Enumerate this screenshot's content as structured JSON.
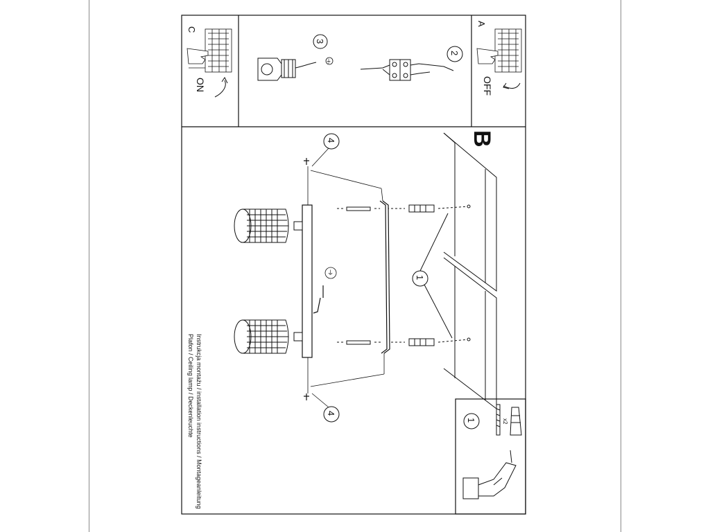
{
  "panels": {
    "a": {
      "letter": "A",
      "state": "OFF"
    },
    "c": {
      "letter": "C",
      "state": "ON"
    },
    "b": {
      "letter": "B"
    }
  },
  "steps": {
    "one": "1",
    "two": "2",
    "three": "3",
    "four": "4"
  },
  "kit": {
    "quantity": "x2"
  },
  "caption": {
    "line1": "Instrukcja montażu / installation instructions / Montageanleitung",
    "line2": "Plafon / Ceiling lamp / Deckenleuchte"
  },
  "symbols": {
    "ground": "⏚"
  },
  "colors": {
    "line": "#111111",
    "frame": "#8a8a8a",
    "paper": "#ffffff"
  }
}
